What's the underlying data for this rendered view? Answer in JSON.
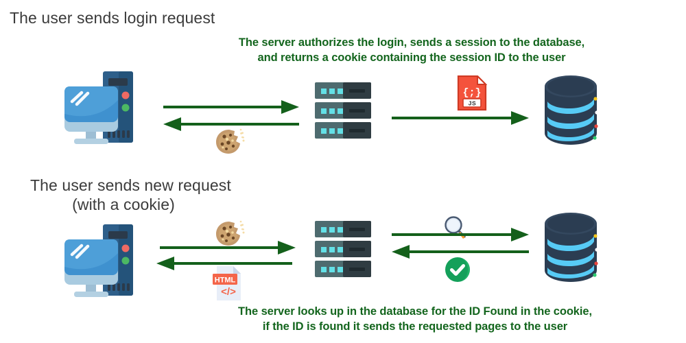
{
  "diagram": {
    "type": "session-cookie-flow",
    "background_color": "#ffffff",
    "accent_green": "#13651d",
    "arrow_color": "#14601b",
    "title_color": "#3b3b3b"
  },
  "row1": {
    "title_line1": "The user sends login request",
    "caption_line1": "The server authorizes the login, sends a session to the database,",
    "caption_line2": "and returns a cookie containing the session ID to the user",
    "nodes": {
      "client": "desktop-computer",
      "server": "server-rack",
      "database": "database-cylinder"
    },
    "arrows": [
      {
        "name": "client-to-server",
        "direction": "right",
        "label": ""
      },
      {
        "name": "server-to-client",
        "direction": "left",
        "label": "cookie"
      },
      {
        "name": "server-to-database",
        "direction": "right",
        "label": "js-session-file"
      }
    ],
    "artifacts": {
      "cookie": "cookie-icon",
      "js_file_braces": "{;}",
      "js_file_label": "JS"
    }
  },
  "row2": {
    "title_line1": "The user sends new request",
    "title_line2": "(with a cookie)",
    "caption_line1": "The server looks up in the database for the ID Found in the cookie,",
    "caption_line2": "if the ID is found it sends the requested pages to the user",
    "nodes": {
      "client": "desktop-computer",
      "server": "server-rack",
      "database": "database-cylinder"
    },
    "arrows": [
      {
        "name": "client-to-server",
        "direction": "right",
        "label": "cookie"
      },
      {
        "name": "server-to-client",
        "direction": "left",
        "label": "html-file"
      },
      {
        "name": "server-to-database",
        "direction": "right",
        "label": "magnifier-lookup"
      },
      {
        "name": "database-to-server",
        "direction": "left",
        "label": "check-found"
      }
    ],
    "artifacts": {
      "cookie": "cookie-icon",
      "html_file_label": "HTML",
      "html_file_tag": "</>",
      "magnifier": "magnifier-icon",
      "check": "check-circle-icon"
    }
  }
}
